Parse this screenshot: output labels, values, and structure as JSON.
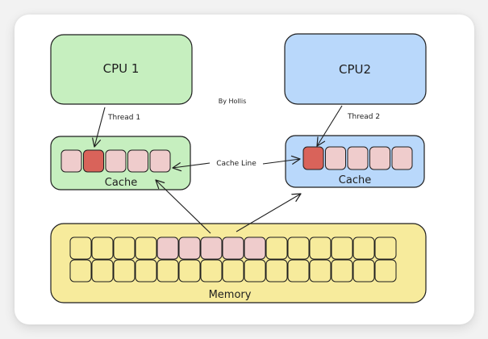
{
  "diagram": {
    "credit": "By Hollis",
    "cpu1": {
      "label": "CPU 1",
      "color": "#c6efbf"
    },
    "cpu2": {
      "label": "CPU2",
      "color": "#b9d8fb"
    },
    "thread1": {
      "label": "Thread 1"
    },
    "thread2": {
      "label": "Thread 2"
    },
    "cache1": {
      "label": "Cache",
      "color": "#c6efbf",
      "cells": [
        "normal",
        "active",
        "normal",
        "normal",
        "normal"
      ]
    },
    "cache2": {
      "label": "Cache",
      "color": "#b9d8fb",
      "cells": [
        "active",
        "normal",
        "normal",
        "normal",
        "normal"
      ]
    },
    "cache_line": {
      "label": "Cache Line"
    },
    "memory": {
      "label": "Memory",
      "color": "#f7eb9c",
      "rows": [
        [
          "empty",
          "empty",
          "empty",
          "empty",
          "line",
          "line",
          "line",
          "line",
          "line",
          "empty",
          "empty",
          "empty",
          "empty",
          "empty",
          "empty"
        ],
        [
          "empty",
          "empty",
          "empty",
          "empty",
          "empty",
          "empty",
          "empty",
          "empty",
          "empty",
          "empty",
          "empty",
          "empty",
          "empty",
          "empty",
          "empty"
        ]
      ]
    },
    "colors": {
      "cell_normal": "#efcccc",
      "cell_active": "#d9635a",
      "cell_line": "#efcccc",
      "cell_empty": "#f7eb9c",
      "stroke": "#1e1e1e"
    }
  }
}
